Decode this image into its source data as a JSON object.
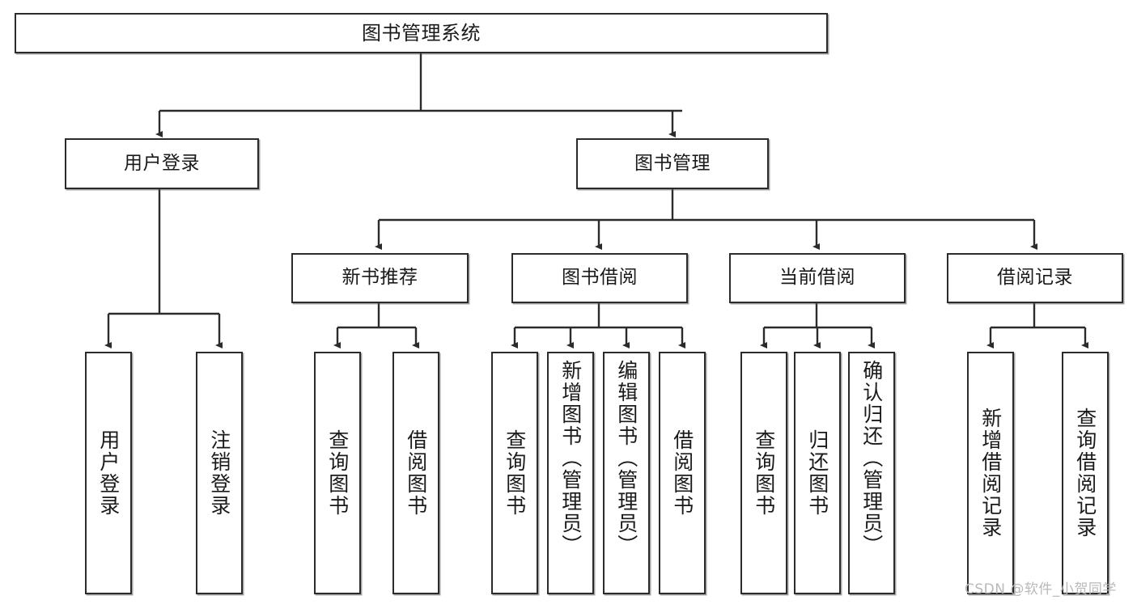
{
  "diagram": {
    "title": "图书管理系统",
    "type": "hierarchy-tree",
    "watermark": "CSDN @软件_小贺同学",
    "colors": {
      "box_border": "#2b2b2b",
      "box_fill": "#ffffff",
      "edge": "#2b2b2b",
      "watermark": "#b9b9b9",
      "page_background": "#ffffff"
    },
    "nodes": {
      "root": {
        "label": "图书管理系统"
      },
      "level2": [
        {
          "id": "user-login",
          "label": "用户登录"
        },
        {
          "id": "book-manage",
          "label": "图书管理"
        }
      ],
      "level3": [
        {
          "id": "new-book-recommend",
          "label": "新书推荐"
        },
        {
          "id": "book-borrow",
          "label": "图书借阅"
        },
        {
          "id": "current-borrow",
          "label": "当前借阅"
        },
        {
          "id": "borrow-record",
          "label": "借阅记录"
        }
      ],
      "leaves": {
        "user-login": [
          {
            "id": "leaf-user-login",
            "label": "用户登录"
          },
          {
            "id": "leaf-logout",
            "label": "注销登录"
          }
        ],
        "new-book-recommend": [
          {
            "id": "leaf-query-book-1",
            "label": "查询图书"
          },
          {
            "id": "leaf-borrow-book-1",
            "label": "借阅图书"
          }
        ],
        "book-borrow": [
          {
            "id": "leaf-query-book-2",
            "label": "查询图书"
          },
          {
            "id": "leaf-add-book",
            "label": "新增图书（管理员）"
          },
          {
            "id": "leaf-edit-book",
            "label": "编辑图书（管理员）"
          },
          {
            "id": "leaf-borrow-book-2",
            "label": "借阅图书"
          }
        ],
        "current-borrow": [
          {
            "id": "leaf-query-book-3",
            "label": "查询图书"
          },
          {
            "id": "leaf-return-book",
            "label": "归还图书"
          },
          {
            "id": "leaf-confirm-return",
            "label": "确认归还（管理员）"
          }
        ],
        "borrow-record": [
          {
            "id": "leaf-add-record",
            "label": "新增借阅记录"
          },
          {
            "id": "leaf-query-record",
            "label": "查询借阅记录"
          }
        ]
      }
    }
  }
}
